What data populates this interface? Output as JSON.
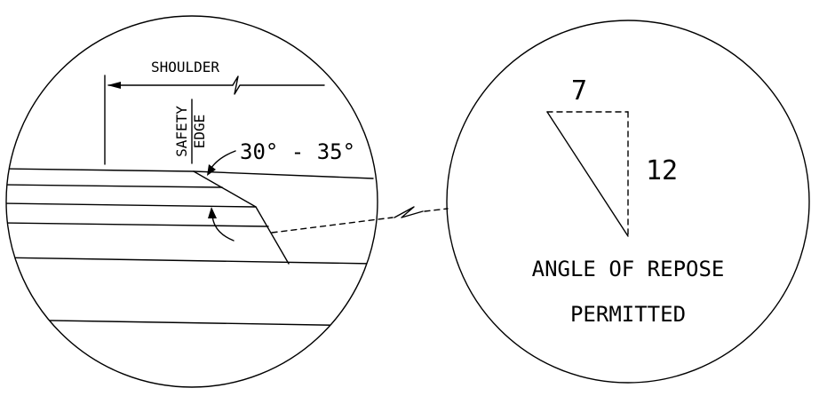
{
  "left_detail": {
    "shoulder_label": "SHOULDER",
    "safety_label": "SAFETY",
    "edge_label": "EDGE",
    "angle_label": "30° - 35°"
  },
  "right_detail": {
    "run_label": "7",
    "rise_label": "12",
    "caption_line1": "ANGLE OF REPOSE",
    "caption_line2": "PERMITTED"
  },
  "colors": {
    "line": "#000000",
    "background": "#ffffff"
  }
}
